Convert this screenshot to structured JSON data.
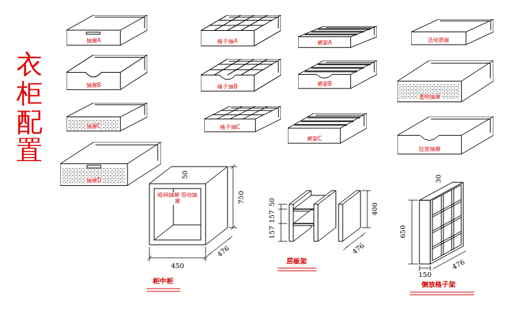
{
  "diagram": {
    "title": "衣柜配置",
    "nodes": [
      {
        "text": [
          "抽屉A"
        ]
      },
      {
        "text": [
          "格子抽A"
        ]
      },
      {
        "text": [
          "裤架A"
        ]
      },
      {
        "text": [
          "活动层板"
        ]
      },
      {
        "text": [
          "抽屉B"
        ]
      },
      {
        "text": [
          "格子抽B"
        ]
      },
      {
        "text": [
          "裤架B"
        ]
      },
      {
        "text": [
          "透明抽屉"
        ]
      },
      {
        "text": [
          "抽屉C"
        ]
      },
      {
        "text": [
          "格子抽C"
        ]
      },
      {
        "text": [
          "裤架C"
        ]
      },
      {
        "text": [
          "拉篮抽屉"
        ]
      },
      {
        "text": [
          "抽屉D"
        ]
      },
      {
        "text": [
          "暗码抽屉 滑动抽屉"
        ]
      }
    ],
    "labels": [
      "50",
      "750",
      "450",
      "476",
      "50",
      "157",
      "157",
      "400",
      "476",
      "30",
      "650",
      "150",
      "476",
      "柜中柜",
      "层板架",
      "侧放格子架"
    ]
  }
}
